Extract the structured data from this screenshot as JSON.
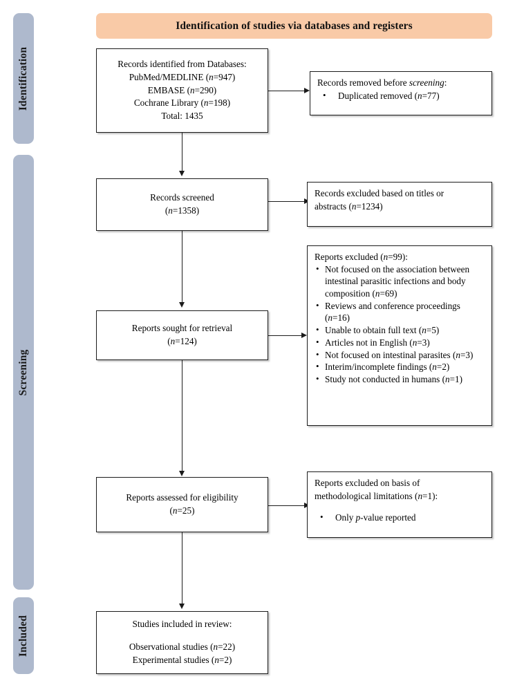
{
  "diagram": {
    "kind": "PRISMA flow diagram",
    "banner": {
      "title": "Identification of studies via databases and registers"
    },
    "phases": [
      {
        "id": "identification",
        "label": "Identification"
      },
      {
        "id": "screening",
        "label": "Screening"
      },
      {
        "id": "included",
        "label": "Included"
      }
    ],
    "boxes": {
      "records_identified": {
        "lines": [
          "Records identified from Databases:",
          "PubMed/MEDLINE (n=947)",
          "EMBASE (n=290)",
          "Cochrane Library (n=198)",
          "Total: 1435"
        ]
      },
      "records_removed": {
        "heading_pre": "Records removed before ",
        "heading_ital": "screening",
        "heading_post": ":",
        "bullets": [
          "Duplicated removed (n=77)"
        ]
      },
      "records_screened": {
        "lines": [
          "Records screened",
          "(n=1358)"
        ]
      },
      "records_excluded_titles": {
        "lines": [
          "Records excluded based on titles or",
          "abstracts (n=1234)"
        ]
      },
      "reports_sought": {
        "lines": [
          "Reports sought for retrieval",
          "(n=124)"
        ]
      },
      "reports_excluded": {
        "heading": "Reports excluded (n=99):",
        "bullets": [
          "Not focused on the association between intestinal parasitic infections and body composition (n=69)",
          "Reviews and conference proceedings (n=16)",
          "Unable to obtain full text (n=5)",
          "Articles not in English (n=3)",
          "Not focused on intestinal parasites (n=3)",
          "Interim/incomplete findings (n=2)",
          "Study not conducted in humans (n=1)"
        ]
      },
      "reports_assessed": {
        "lines": [
          "Reports assessed for eligibility",
          "(n=25)"
        ]
      },
      "reports_excluded_method": {
        "lines": [
          "Reports excluded on basis of",
          "methodological limitations (n=1):"
        ],
        "bullets_pre": "Only ",
        "bullets_ital": "p",
        "bullets_post": "-value reported"
      },
      "studies_included": {
        "lines": [
          "Studies included in review:",
          "",
          "Observational studies (n=22)",
          "Experimental studies (n=2)"
        ]
      }
    },
    "colors": {
      "phase_bar": "#aeb9cd",
      "banner": "#f9caa7",
      "box_border": "#1b1b1b",
      "background": "#ffffff"
    }
  }
}
